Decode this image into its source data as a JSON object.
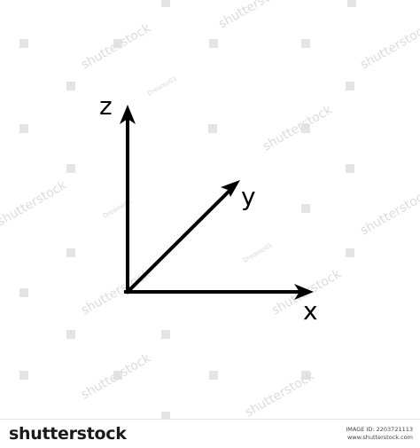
{
  "diagram": {
    "axes": {
      "z_label": "z",
      "y_label": "y",
      "x_label": "x"
    },
    "stroke_color": "#000000"
  },
  "watermark": {
    "text": "shutterstock",
    "artist": "Dreamo01"
  },
  "footer": {
    "brand": "shutterstock",
    "image_id": "IMAGE ID: 2203721113",
    "site": "www.shutterstock.com"
  }
}
